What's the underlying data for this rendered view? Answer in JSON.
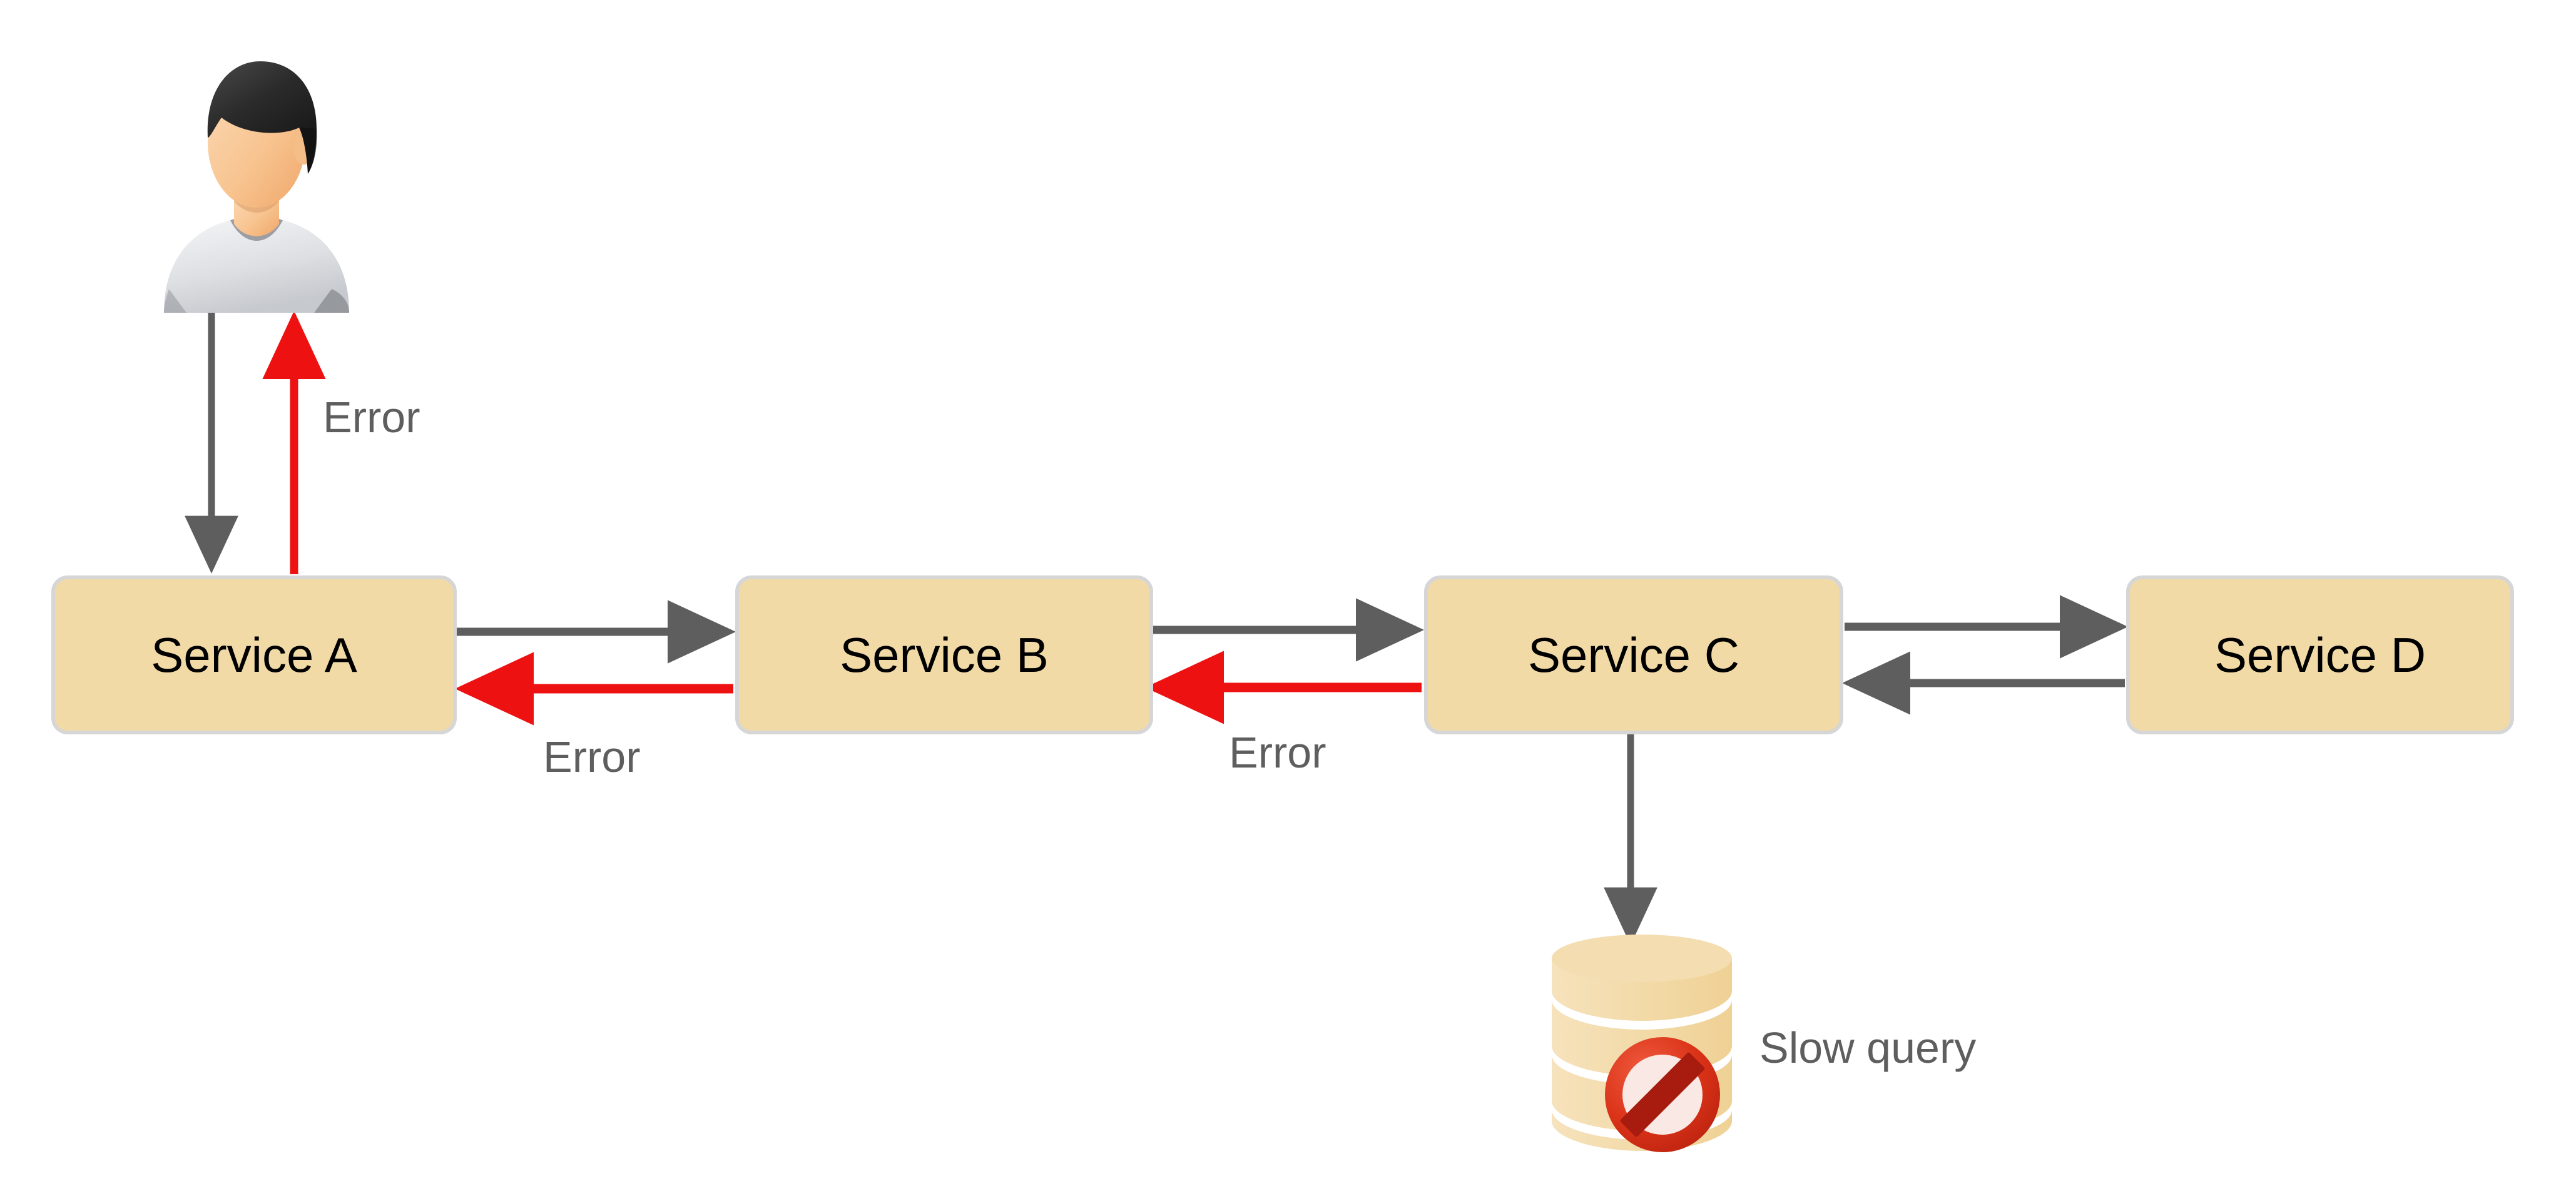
{
  "diagram": {
    "title": "Microservice error propagation and slow database query",
    "background_color": "#FFFFFF",
    "palette": {
      "node_fill": "#F2DAA7",
      "node_border": "#D6D6D6",
      "node_text": "#000000",
      "edge_normal": "#5E5E5E",
      "edge_error": "#EE1111",
      "label_text": "#5E5E5E",
      "db_fill": "#F2DAA7",
      "prohibition_ring": "#D32A17",
      "prohibition_inner": "#FAE7E5",
      "prohibition_bar": "#A81C10"
    },
    "nodes": [
      {
        "id": "actor",
        "type": "actor-icon",
        "label": "",
        "icon": "user-person-icon"
      },
      {
        "id": "service-a",
        "type": "rounded-rect",
        "label": "Service A"
      },
      {
        "id": "service-b",
        "type": "rounded-rect",
        "label": "Service B"
      },
      {
        "id": "service-c",
        "type": "rounded-rect",
        "label": "Service C"
      },
      {
        "id": "service-d",
        "type": "rounded-rect",
        "label": "Service D"
      },
      {
        "id": "database",
        "type": "cylinder",
        "label": "",
        "icon": "database-cylinder-icon"
      },
      {
        "id": "blocked",
        "type": "badge",
        "label": "",
        "icon": "prohibition-no-entry-icon"
      }
    ],
    "edges": [
      {
        "id": "e1",
        "from": "actor",
        "to": "service-a",
        "kind": "request",
        "color": "#5E5E5E",
        "label": ""
      },
      {
        "id": "e2",
        "from": "service-a",
        "to": "actor",
        "kind": "error",
        "color": "#EE1111",
        "label": "Error"
      },
      {
        "id": "e3",
        "from": "service-a",
        "to": "service-b",
        "kind": "request",
        "color": "#5E5E5E",
        "label": ""
      },
      {
        "id": "e4",
        "from": "service-b",
        "to": "service-a",
        "kind": "error",
        "color": "#EE1111",
        "label": "Error"
      },
      {
        "id": "e5",
        "from": "service-b",
        "to": "service-c",
        "kind": "request",
        "color": "#5E5E5E",
        "label": ""
      },
      {
        "id": "e6",
        "from": "service-c",
        "to": "service-b",
        "kind": "error",
        "color": "#EE1111",
        "label": "Error"
      },
      {
        "id": "e7",
        "from": "service-c",
        "to": "service-d",
        "kind": "request",
        "color": "#5E5E5E",
        "label": ""
      },
      {
        "id": "e8",
        "from": "service-d",
        "to": "service-c",
        "kind": "response",
        "color": "#5E5E5E",
        "label": ""
      },
      {
        "id": "e9",
        "from": "service-c",
        "to": "database",
        "kind": "query",
        "color": "#5E5E5E",
        "label": ""
      }
    ],
    "labels": {
      "error_actor": "Error",
      "error_a_b": "Error",
      "error_b_c": "Error",
      "slow_query": "Slow query"
    }
  }
}
